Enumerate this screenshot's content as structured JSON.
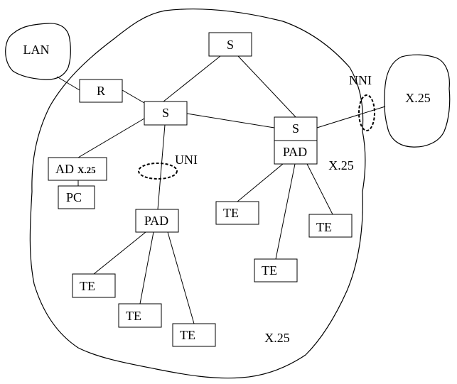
{
  "nodes": {
    "switch_top": "S",
    "switch_center": "S",
    "switch_right": "S",
    "router": "R",
    "lan": "LAN",
    "ad_main": "AD",
    "ad_sub": "X.25",
    "pc": "PC",
    "pad_center": "PAD",
    "pad_right": "PAD",
    "te_left_1": "TE",
    "te_left_2": "TE",
    "te_left_3": "TE",
    "te_right_1": "TE",
    "te_right_2": "TE",
    "te_right_3": "TE",
    "external_network": "X.25"
  },
  "labels": {
    "nni": "NNI",
    "uni": "UNI",
    "network_right": "X.25",
    "network_bottom": "X.25"
  }
}
